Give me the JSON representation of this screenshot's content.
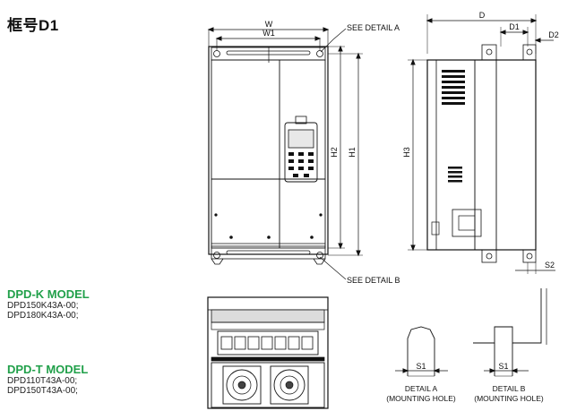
{
  "frame_title": "框号D1",
  "models": [
    {
      "heading": "DPD-K MODEL",
      "lines": [
        "DPD150K43A-00;",
        "DPD180K43A-00;"
      ]
    },
    {
      "heading": "DPD-T MODEL",
      "lines": [
        "DPD110T43A-00;",
        "DPD150T43A-00;"
      ]
    }
  ],
  "dimensions": {
    "w": "W",
    "w1": "W1",
    "h1": "H1",
    "h2": "H2",
    "h3": "H3",
    "d": "D",
    "d1": "D1",
    "d2": "D2",
    "s1a": "S1",
    "s1b": "S1",
    "s2": "S2"
  },
  "callouts": {
    "detail_a_ref": "SEE DETAIL A",
    "detail_b_ref": "SEE DETAIL B"
  },
  "details": [
    {
      "title": "DETAIL A",
      "subtitle": "(MOUNTING HOLE)"
    },
    {
      "title": "DETAIL B",
      "subtitle": "(MOUNTING HOLE)"
    }
  ],
  "colors": {
    "model_heading": "#21a04a",
    "line": "#111111"
  }
}
